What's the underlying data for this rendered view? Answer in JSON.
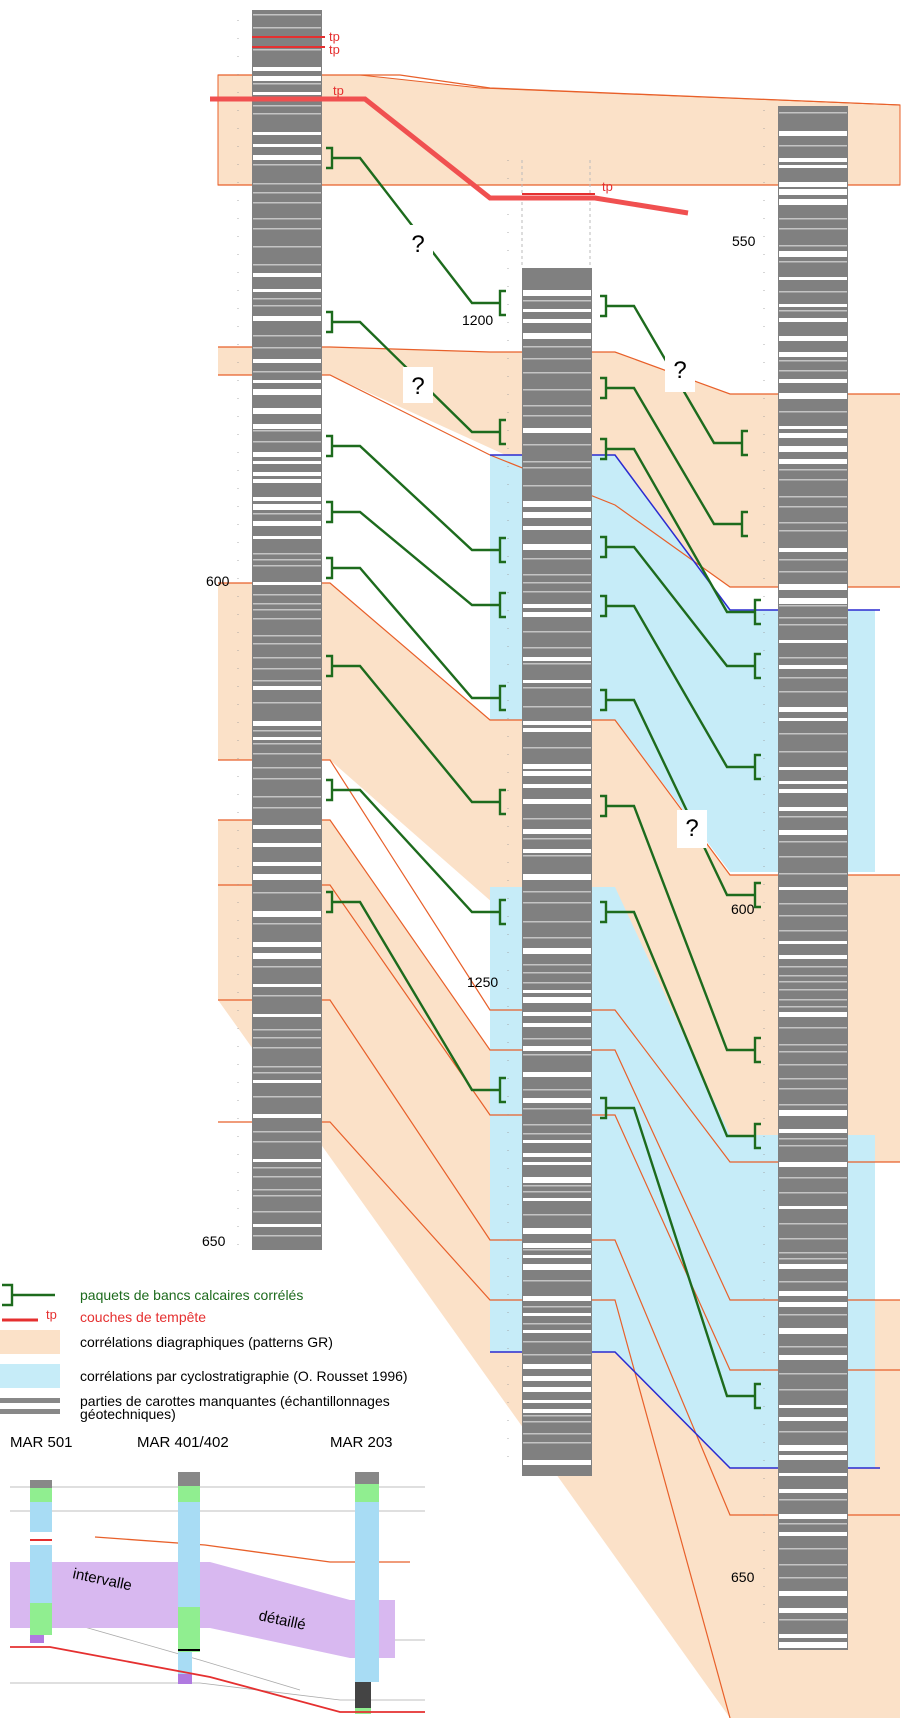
{
  "depth_labels": {
    "mar501": [
      "600",
      "650"
    ],
    "mar401": [
      "1200",
      "1250"
    ],
    "mar203": [
      "550",
      "600",
      "650"
    ]
  },
  "storm_label": "tp",
  "question_mark": "?",
  "legend": {
    "correlated_packets": "paquets de bancs calcaires corrélés",
    "storm_layers": "couches de tempête",
    "storm_symbol": "tp",
    "log_correlations": "corrélations diagraphiques (patterns GR)",
    "cyclostrat_correlations": "corrélations par cyclostratigraphie (O. Rousset 1996)",
    "missing_core_line1": "parties de carottes manquantes (échantillonnages",
    "missing_core_line2": "géotechniques)"
  },
  "inset": {
    "well_labels": [
      "MAR 501",
      "MAR 401/402",
      "MAR 203"
    ],
    "interval_word1": "intervalle",
    "interval_word2": "détaillé"
  },
  "colors": {
    "orange_fill": "#fbe1c8",
    "blue_fill": "#c6ecf8",
    "core_grey": "#808080",
    "orange_line": "#e8602a",
    "storm_red": "#e53030",
    "green_bracket": "#1d6b1d",
    "blue_line": "#2b2bd0",
    "purple_fill": "#d8b8f0",
    "inset_green": "#90ee90",
    "inset_blue": "#a8dcf4"
  }
}
